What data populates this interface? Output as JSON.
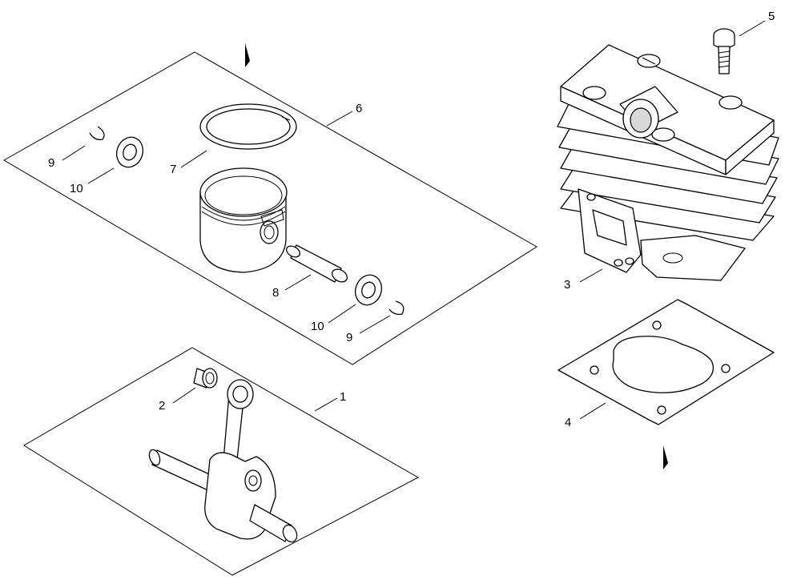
{
  "diagram": {
    "callouts": [
      {
        "id": "c1",
        "number": "1",
        "part": "crankshaft"
      },
      {
        "id": "c2",
        "number": "2",
        "part": "needle-bearing"
      },
      {
        "id": "c3",
        "number": "3",
        "part": "cylinder"
      },
      {
        "id": "c4",
        "number": "4",
        "part": "cylinder-gasket"
      },
      {
        "id": "c5",
        "number": "5",
        "part": "screw"
      },
      {
        "id": "c6",
        "number": "6",
        "part": "piston-kit"
      },
      {
        "id": "c7",
        "number": "7",
        "part": "piston-ring"
      },
      {
        "id": "c8",
        "number": "8",
        "part": "piston-pin"
      },
      {
        "id": "c9a",
        "number": "9",
        "part": "circlip"
      },
      {
        "id": "c9b",
        "number": "9",
        "part": "circlip"
      },
      {
        "id": "c10a",
        "number": "10",
        "part": "washer"
      },
      {
        "id": "c10b",
        "number": "10",
        "part": "washer"
      }
    ]
  }
}
